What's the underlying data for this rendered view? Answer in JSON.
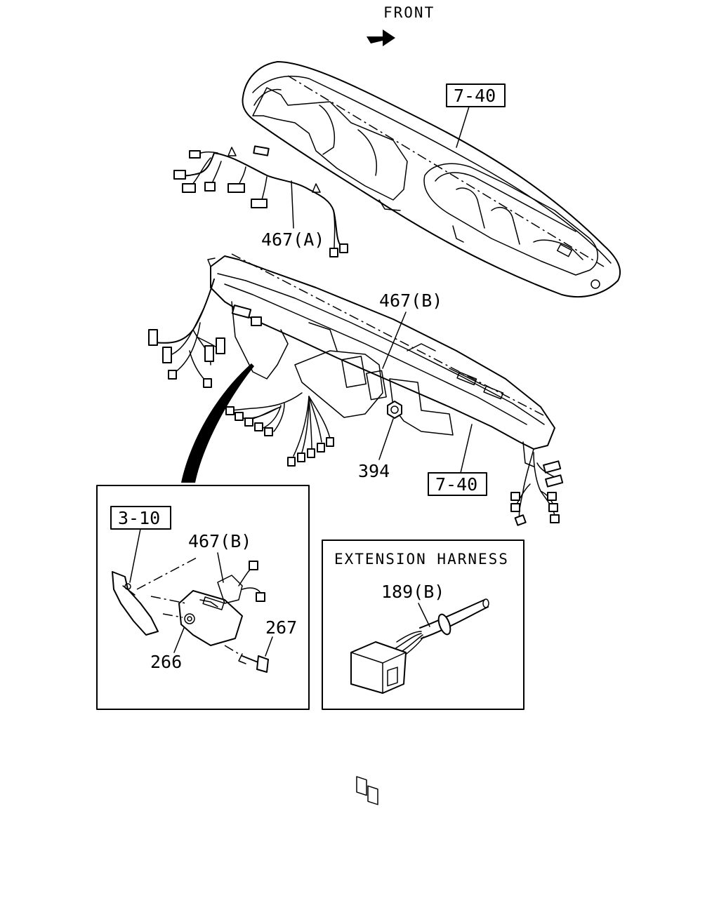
{
  "header": {
    "direction_label": "FRONT"
  },
  "labels": {
    "dash_upper_ref": "7-40",
    "dash_lower_ref": "7-40",
    "harness_a": "467(A)",
    "harness_b": "467(B)",
    "nut": "394",
    "detail_ref": "3-10",
    "detail_harness_b": "467(B)",
    "bolt": "267",
    "bracket": "266"
  },
  "extension_box": {
    "title": "EXTENSION HARNESS",
    "part": "189(B)"
  },
  "icons": {
    "front_arrow": "arrow-right-icon"
  }
}
